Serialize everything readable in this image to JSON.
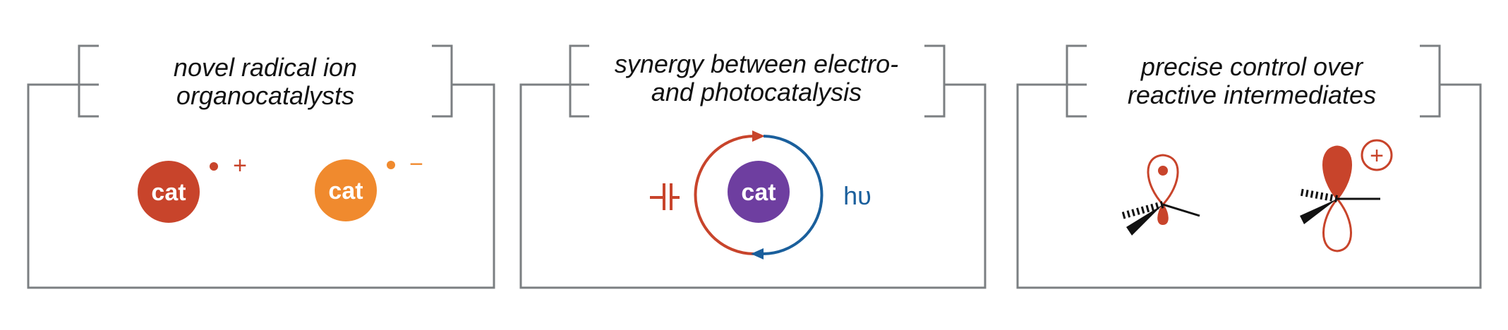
{
  "panels": [
    {
      "title_line1": "novel radical ion",
      "title_line2": "organocatalysts",
      "catalysts": [
        {
          "label": "cat",
          "charge": "+",
          "color": "#c8442b"
        },
        {
          "label": "cat",
          "charge": "−",
          "color": "#f08a2e"
        }
      ]
    },
    {
      "title_line1": "synergy between electro-",
      "title_line2": "and photocatalysis",
      "catalyst_label": "cat",
      "catalyst_color": "#6e3ea0",
      "light_label": "hυ",
      "electro_color": "#c8442b",
      "photo_color": "#1a5f9c"
    },
    {
      "title_line1": "precise control over",
      "title_line2": "reactive intermediates",
      "cation_charge": "+",
      "orbital_color": "#c8442b"
    }
  ],
  "colors": {
    "frame": "#7b7f82",
    "text": "#111111",
    "bond": "#111111"
  }
}
